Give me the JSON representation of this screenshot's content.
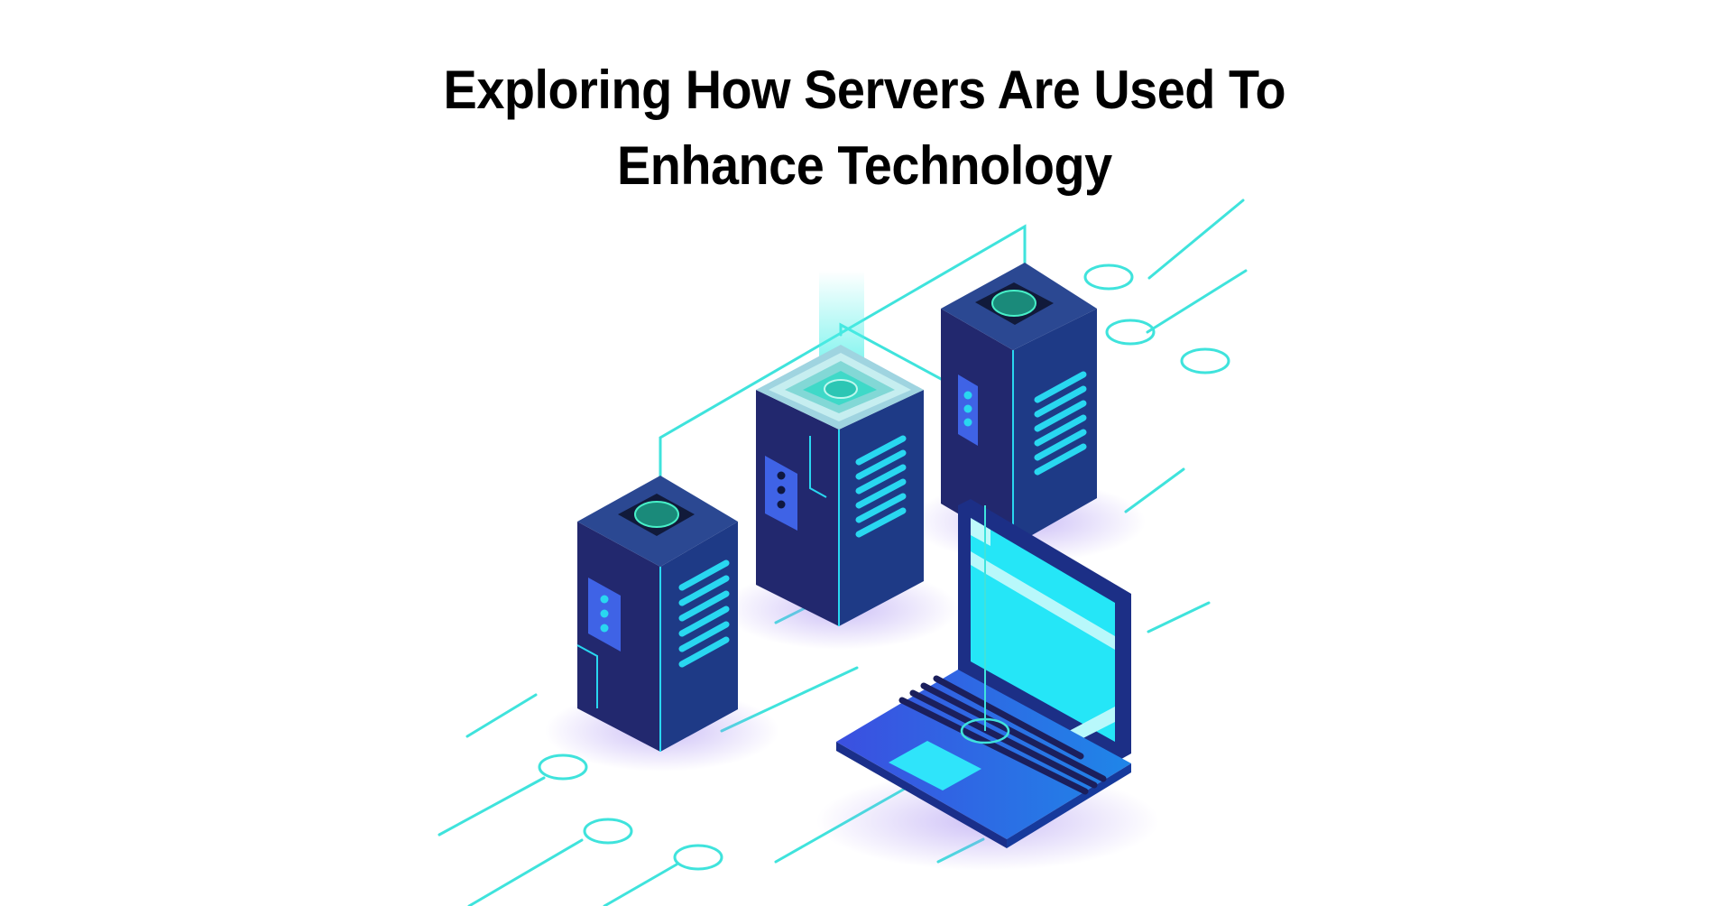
{
  "title": {
    "line1": "Exploring How Servers Are Used To",
    "line2": "Enhance Technology"
  },
  "illustration": {
    "description": "Isometric illustration of three server towers connected to a laptop by glowing network lines",
    "objects": [
      "server-left",
      "server-middle",
      "server-right",
      "laptop"
    ],
    "colors": {
      "background": "#ffffff",
      "server_body_dark": "#1f2a6b",
      "server_body_mid": "#243a8a",
      "server_top": "#2c4a96",
      "accent_cyan": "#3fe3dc",
      "vent_cyan": "#29d7f0",
      "panel_blue": "#3f63e6",
      "laptop_screen": "#25e6f7",
      "laptop_base": "#2a6ee8",
      "glow_purple": "#b9a6f0"
    }
  }
}
